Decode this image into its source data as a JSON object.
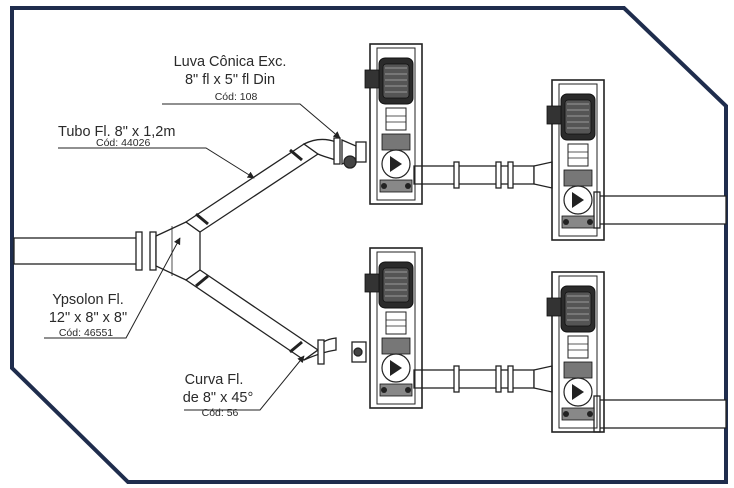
{
  "frame": {
    "border_color": "#1f2d4d",
    "background": "#ffffff",
    "line_color": "#222222"
  },
  "labels": {
    "luva": {
      "line1": "Luva Cônica Exc.",
      "line2": "8\" fl x 5\" fl Din",
      "code": "Cód: 108"
    },
    "tubo": {
      "line1": "Tubo Fl. 8\" x 1,2m",
      "code": "Cód: 44026"
    },
    "ypsolon": {
      "line1": "Ypsolon Fl.",
      "line2": "12\" x 8\" x 8\"",
      "code": "Cód: 46551"
    },
    "curva": {
      "line1": "Curva Fl.",
      "line2": "de 8\" x 45°",
      "code": "Cód: 56"
    }
  }
}
